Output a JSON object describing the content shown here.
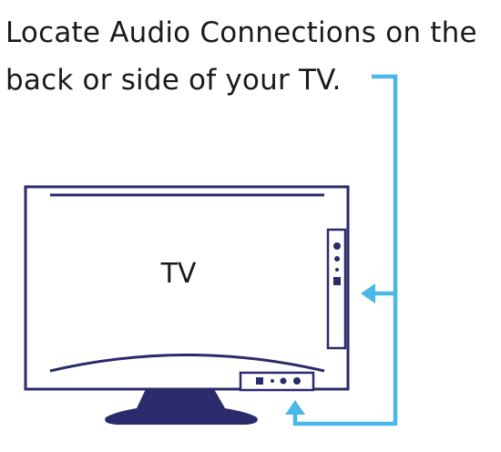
{
  "instruction": {
    "line1": "Locate Audio Connections on the",
    "line2": "back or side of your TV."
  },
  "tv": {
    "label": "TV"
  },
  "colors": {
    "outline": "#2b2a6b",
    "arrow": "#4ab8e6",
    "text": "#1a1a1a",
    "background": "#ffffff"
  },
  "icons": {
    "side_port_panel": "side-port-panel-icon",
    "back_port_panel": "back-port-panel-icon",
    "arrow": "arrow-icon"
  }
}
